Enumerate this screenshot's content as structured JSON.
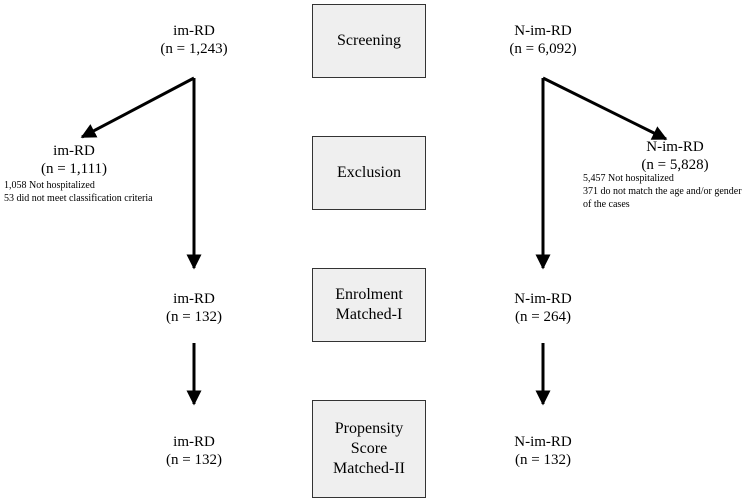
{
  "stages": [
    {
      "lines": [
        "Screening"
      ]
    },
    {
      "lines": [
        "Exclusion"
      ]
    },
    {
      "lines": [
        "Enrolment",
        "Matched-I"
      ]
    },
    {
      "lines": [
        "Propensity",
        "Score",
        "Matched-II"
      ]
    }
  ],
  "left": {
    "screening": {
      "label": "im-RD",
      "n": "(n = 1,243)"
    },
    "exclusion": {
      "label": "im-RD",
      "n": "(n = 1,111)",
      "notes": [
        "1,058 Not hospitalized",
        "53 did not meet classification criteria"
      ]
    },
    "enrolment": {
      "label": "im-RD",
      "n": "(n = 132)"
    },
    "propensity": {
      "label": "im-RD",
      "n": "(n = 132)"
    }
  },
  "right": {
    "screening": {
      "label": "N-im-RD",
      "n": "(n = 6,092)"
    },
    "exclusion": {
      "label": "N-im-RD",
      "n": "(n = 5,828)",
      "notes": [
        "5,457 Not hospitalized",
        "371 do not match the age and/or gender",
        "of the cases"
      ]
    },
    "enrolment": {
      "label": "N-im-RD",
      "n": "(n = 264)"
    },
    "propensity": {
      "label": "N-im-RD",
      "n": "(n = 132)"
    }
  }
}
